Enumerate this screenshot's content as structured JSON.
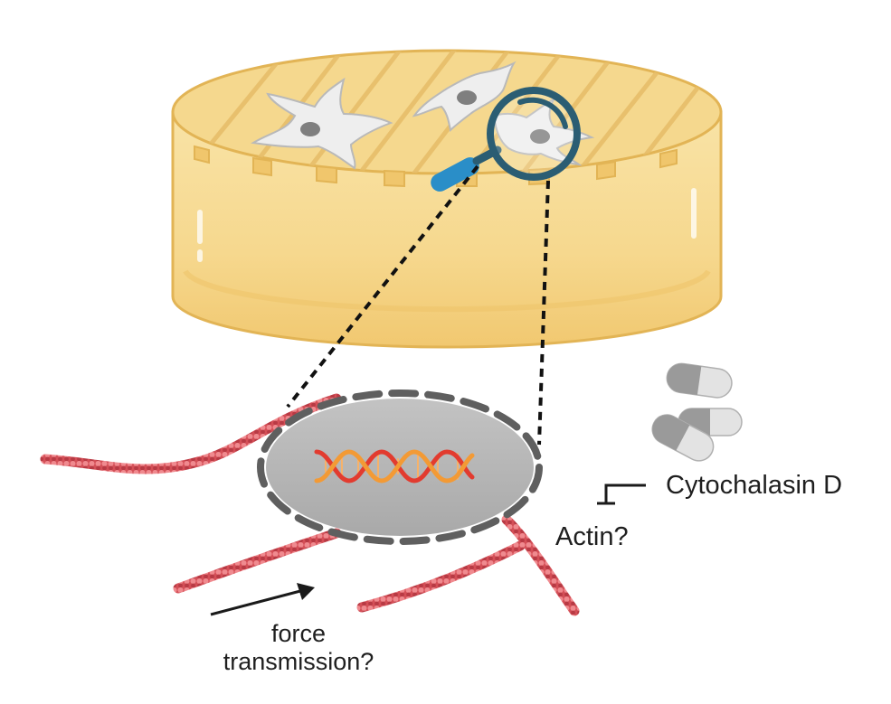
{
  "labels": {
    "inhibitor": "Cytochalasin D",
    "target": "Actin?",
    "force_line1": "force",
    "force_line2": "transmission?"
  },
  "icons": [
    "hydrogel-disc",
    "cell",
    "magnifier-icon",
    "nucleus",
    "dna-helix-icon",
    "actin-filament",
    "capsule-icon",
    "inhibition-arrow",
    "force-arrow"
  ],
  "colors": {
    "gel_fill": "#f5d88e",
    "gel_edge": "#e2b455",
    "cell_fill": "#eeeeee",
    "magnifier": "#2b5d73",
    "handle": "#2a8ec8",
    "nucleus": "#b4b4b4",
    "actin": "#d85a60",
    "dna_red": "#e23b2f",
    "dna_orange": "#f39a35",
    "capsule_dark": "#9a9a9a",
    "capsule_light": "#e2e2e2"
  }
}
